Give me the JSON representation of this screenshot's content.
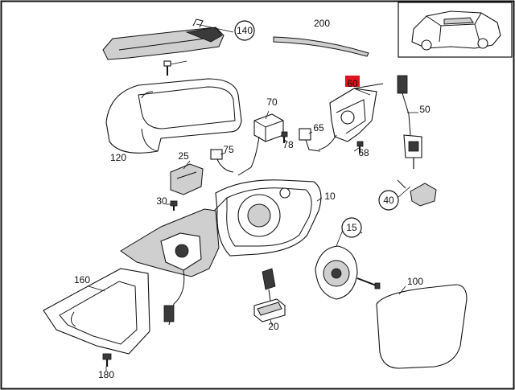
{
  "diagram": {
    "border_color": "#111111",
    "highlight_color": "#e0141e",
    "callouts": [
      {
        "id": "c140",
        "text": "140",
        "circled": true,
        "highlighted": false
      },
      {
        "id": "c200",
        "text": "200",
        "circled": false,
        "highlighted": false
      },
      {
        "id": "c60",
        "text": "60",
        "circled": false,
        "highlighted": true
      },
      {
        "id": "c50",
        "text": "50",
        "circled": false,
        "highlighted": false
      },
      {
        "id": "c70",
        "text": "70",
        "circled": false,
        "highlighted": false
      },
      {
        "id": "c78",
        "text": "78",
        "circled": false,
        "highlighted": false
      },
      {
        "id": "c65",
        "text": "65",
        "circled": false,
        "highlighted": false
      },
      {
        "id": "c68",
        "text": "68",
        "circled": false,
        "highlighted": false
      },
      {
        "id": "c120",
        "text": "120",
        "circled": false,
        "highlighted": false
      },
      {
        "id": "c75",
        "text": "75",
        "circled": false,
        "highlighted": false
      },
      {
        "id": "c25",
        "text": "25",
        "circled": false,
        "highlighted": false
      },
      {
        "id": "c30",
        "text": "30",
        "circled": false,
        "highlighted": false
      },
      {
        "id": "c10",
        "text": "10",
        "circled": false,
        "highlighted": false
      },
      {
        "id": "c40",
        "text": "40",
        "circled": true,
        "highlighted": false
      },
      {
        "id": "c15",
        "text": "15",
        "circled": true,
        "highlighted": false
      },
      {
        "id": "c160",
        "text": "160",
        "circled": false,
        "highlighted": false
      },
      {
        "id": "c100",
        "text": "100",
        "circled": false,
        "highlighted": false
      },
      {
        "id": "c20",
        "text": "20",
        "circled": false,
        "highlighted": false
      },
      {
        "id": "c180",
        "text": "180",
        "circled": false,
        "highlighted": false
      }
    ]
  }
}
